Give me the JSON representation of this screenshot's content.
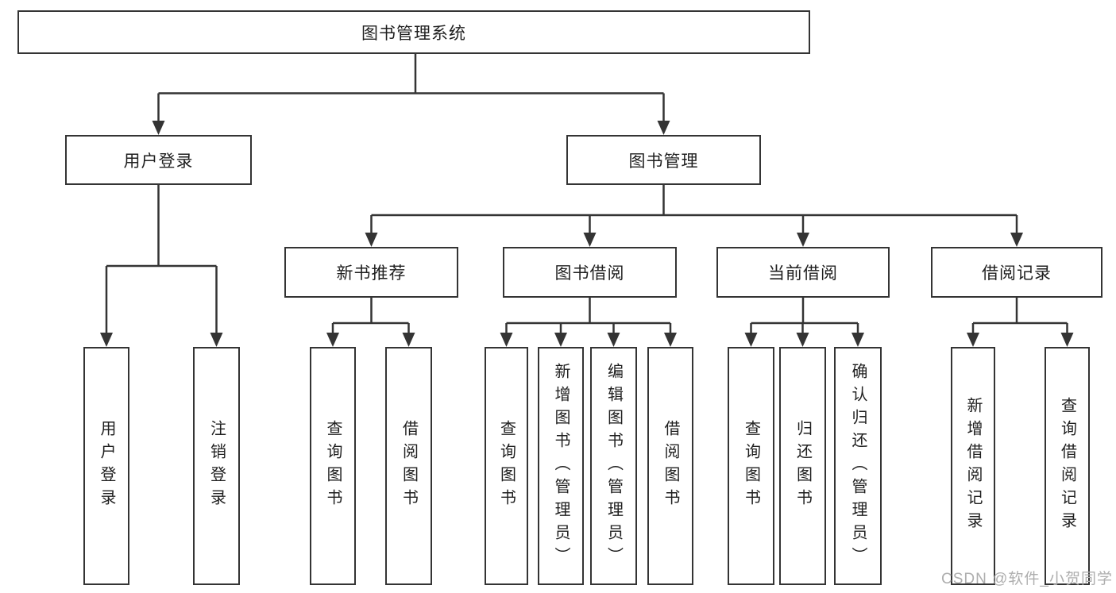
{
  "diagram": {
    "watermark": "CSDN @软件_小贺同学",
    "tree": {
      "label": "图书管理系统",
      "children": [
        {
          "label": "用户登录",
          "children": [
            {
              "label": "用户登录"
            },
            {
              "label": "注销登录"
            }
          ]
        },
        {
          "label": "图书管理",
          "children": [
            {
              "label": "新书推荐",
              "children": [
                {
                  "label": "查询图书"
                },
                {
                  "label": "借阅图书"
                }
              ]
            },
            {
              "label": "图书借阅",
              "children": [
                {
                  "label": "查询图书"
                },
                {
                  "label": "新增图书（管理员）"
                },
                {
                  "label": "编辑图书（管理员）"
                },
                {
                  "label": "借阅图书"
                }
              ]
            },
            {
              "label": "当前借阅",
              "children": [
                {
                  "label": "查询图书"
                },
                {
                  "label": "归还图书"
                },
                {
                  "label": "确认归还（管理员）"
                }
              ]
            },
            {
              "label": "借阅记录",
              "children": [
                {
                  "label": "新增借阅记录"
                },
                {
                  "label": "查询借阅记录"
                }
              ]
            }
          ]
        }
      ]
    }
  }
}
